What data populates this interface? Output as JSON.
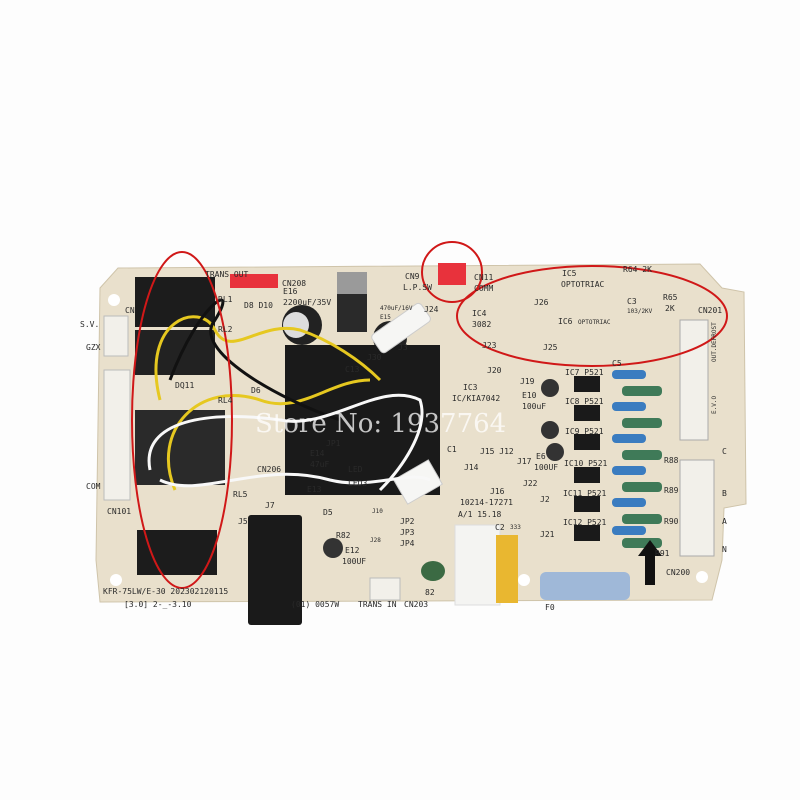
{
  "watermark": "Store No: 1937764",
  "colors": {
    "board": "#e9e0cc",
    "annotation_circle": "#d01818",
    "connector_red": "#e8323c",
    "relay": "#1c1c1c"
  },
  "labels": {
    "trans_out": "TRANS OUT",
    "cn208": "CN208",
    "rl1": "RL1",
    "rl2": "RL2",
    "rl4": "RL4",
    "rl5": "RL5",
    "d8d10": "D8 D10",
    "e16": "E16",
    "e16_val": "2200uF/35V",
    "e15": "E15",
    "e15_val": "470uF/16V",
    "cn9": "CN9",
    "lpsw": "L.P.SW",
    "j24": "J24",
    "cn11": "CN11",
    "comm": "COMM",
    "ic5": "IC5",
    "optotriac1": "OPTOTRIAC",
    "ic6": "IC6",
    "optotriac2": "OPTOTRIAC",
    "r64": "R64 2K",
    "r65": "R65",
    "r65_val": "2K",
    "c3": "C3",
    "c3_val": "103/2KV",
    "cn201": "CN201",
    "ic4": "IC4",
    "ic4_val": "3082",
    "j26": "J26",
    "j25": "J25",
    "j23": "J23",
    "j20": "J20",
    "j19": "J19",
    "j30": "J30",
    "j3": "J3",
    "c13": "C13",
    "ic3": "IC3",
    "ic3_val": "IC/KIA7042",
    "e10": "E10",
    "e10_val": "100uF",
    "ic7": "IC7 P521",
    "ic8": "IC8 P521",
    "ic9": "IC9 P521",
    "ic10": "IC10 P521",
    "ic11": "IC11 P521",
    "ic12": "IC12 P521",
    "c5": "C5",
    "r88": "R88",
    "r89": "R89",
    "r90": "R90",
    "r91": "R91",
    "sv": "S.V.",
    "gzx": "GZX",
    "com": "COM",
    "cn101": "CN101",
    "cn": "CN",
    "dq11": "DQ11",
    "d6": "D6",
    "jp1": "JP1",
    "led": "LED",
    "led3": "LED3",
    "e14": "E14",
    "e14_val": "47uF",
    "e13": "E13",
    "cn206": "CN206",
    "j7": "J7",
    "j5": "J5",
    "d5": "D5",
    "j10": "J10",
    "jp2": "JP2",
    "jp3": "JP3",
    "jp4": "JP4",
    "r82": "R82",
    "e12": "E12",
    "e12_val": "100UF",
    "j28": "J28",
    "model": "KFR-75LW/E-30  202302120115",
    "version": "[3.0]  2-_-3.10",
    "part": "(01) 0057W",
    "trans_in": "TRANS IN",
    "cn203": "CN203",
    "b2": "82",
    "j14": "J14",
    "j15": "J15 J12",
    "j16": "J16",
    "j17": "J17",
    "e6": "E6",
    "e6_val": "100UF",
    "j22": "J22",
    "j2": "J2",
    "j21": "J21",
    "ul": "10214-17271",
    "date": "A/1  15.18",
    "c2": "C2",
    "c2_val": "333",
    "cn200": "CN200",
    "f": "F0",
    "nab_n": "N",
    "nab_a": "A",
    "nab_b": "B",
    "c_label": "C",
    "outdefrost": "OUT.DEFROST",
    "e_fan": "E.V.O",
    "c1": "C1"
  }
}
